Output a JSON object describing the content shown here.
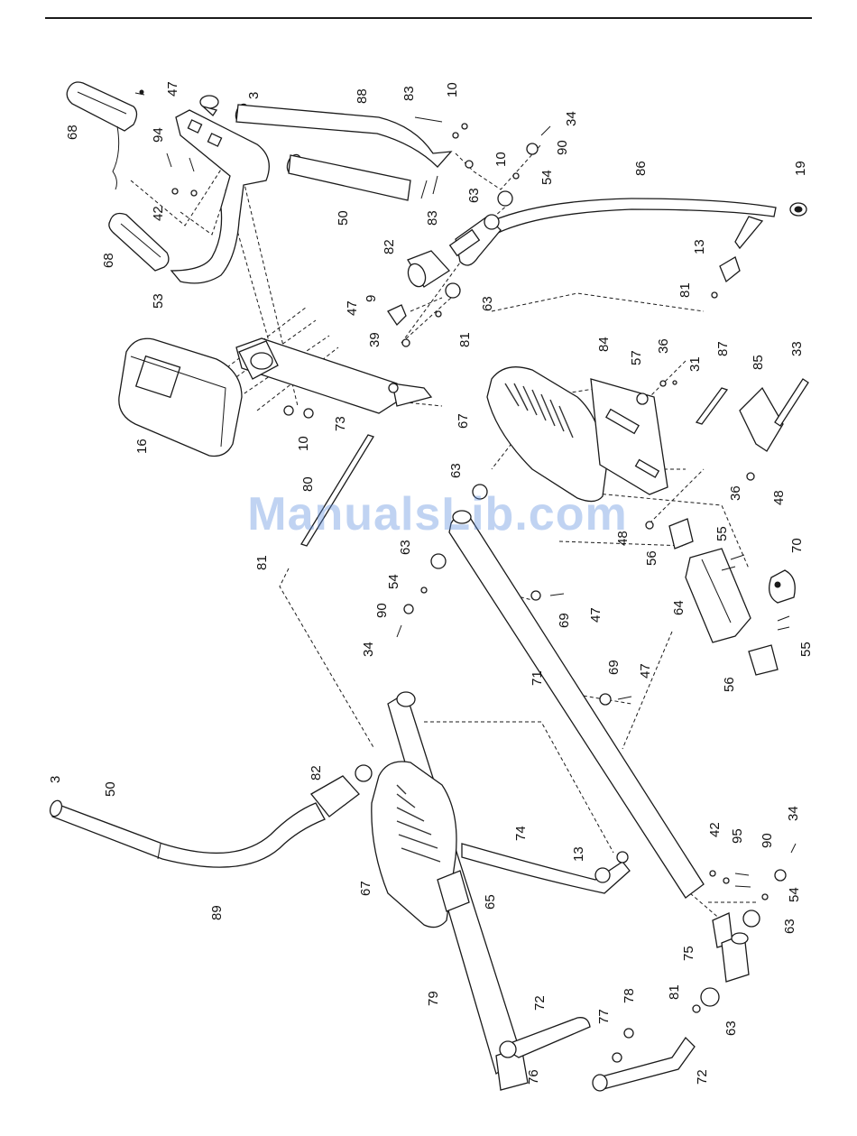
{
  "diagram": {
    "labels": [
      "47",
      "3",
      "88",
      "83",
      "10",
      "34",
      "68",
      "94",
      "90",
      "54",
      "10",
      "86",
      "19",
      "42",
      "50",
      "63",
      "83",
      "68",
      "82",
      "13",
      "53",
      "63",
      "81",
      "47",
      "9",
      "81",
      "39",
      "84",
      "57",
      "36",
      "87",
      "85",
      "33",
      "31",
      "16",
      "73",
      "10",
      "67",
      "80",
      "63",
      "48",
      "36",
      "48",
      "55",
      "56",
      "70",
      "81",
      "63",
      "54",
      "90",
      "34",
      "64",
      "69",
      "47",
      "55",
      "71",
      "69",
      "47",
      "56",
      "3",
      "50",
      "82",
      "74",
      "13",
      "42",
      "95",
      "90",
      "34",
      "67",
      "65",
      "89",
      "54",
      "63",
      "75",
      "79",
      "72",
      "81",
      "78",
      "77",
      "63",
      "76",
      "72"
    ]
  },
  "watermark": "ManualsLib.com",
  "colors": {
    "ink": "#1a1a1a",
    "watermark": "#5a8cdc"
  }
}
